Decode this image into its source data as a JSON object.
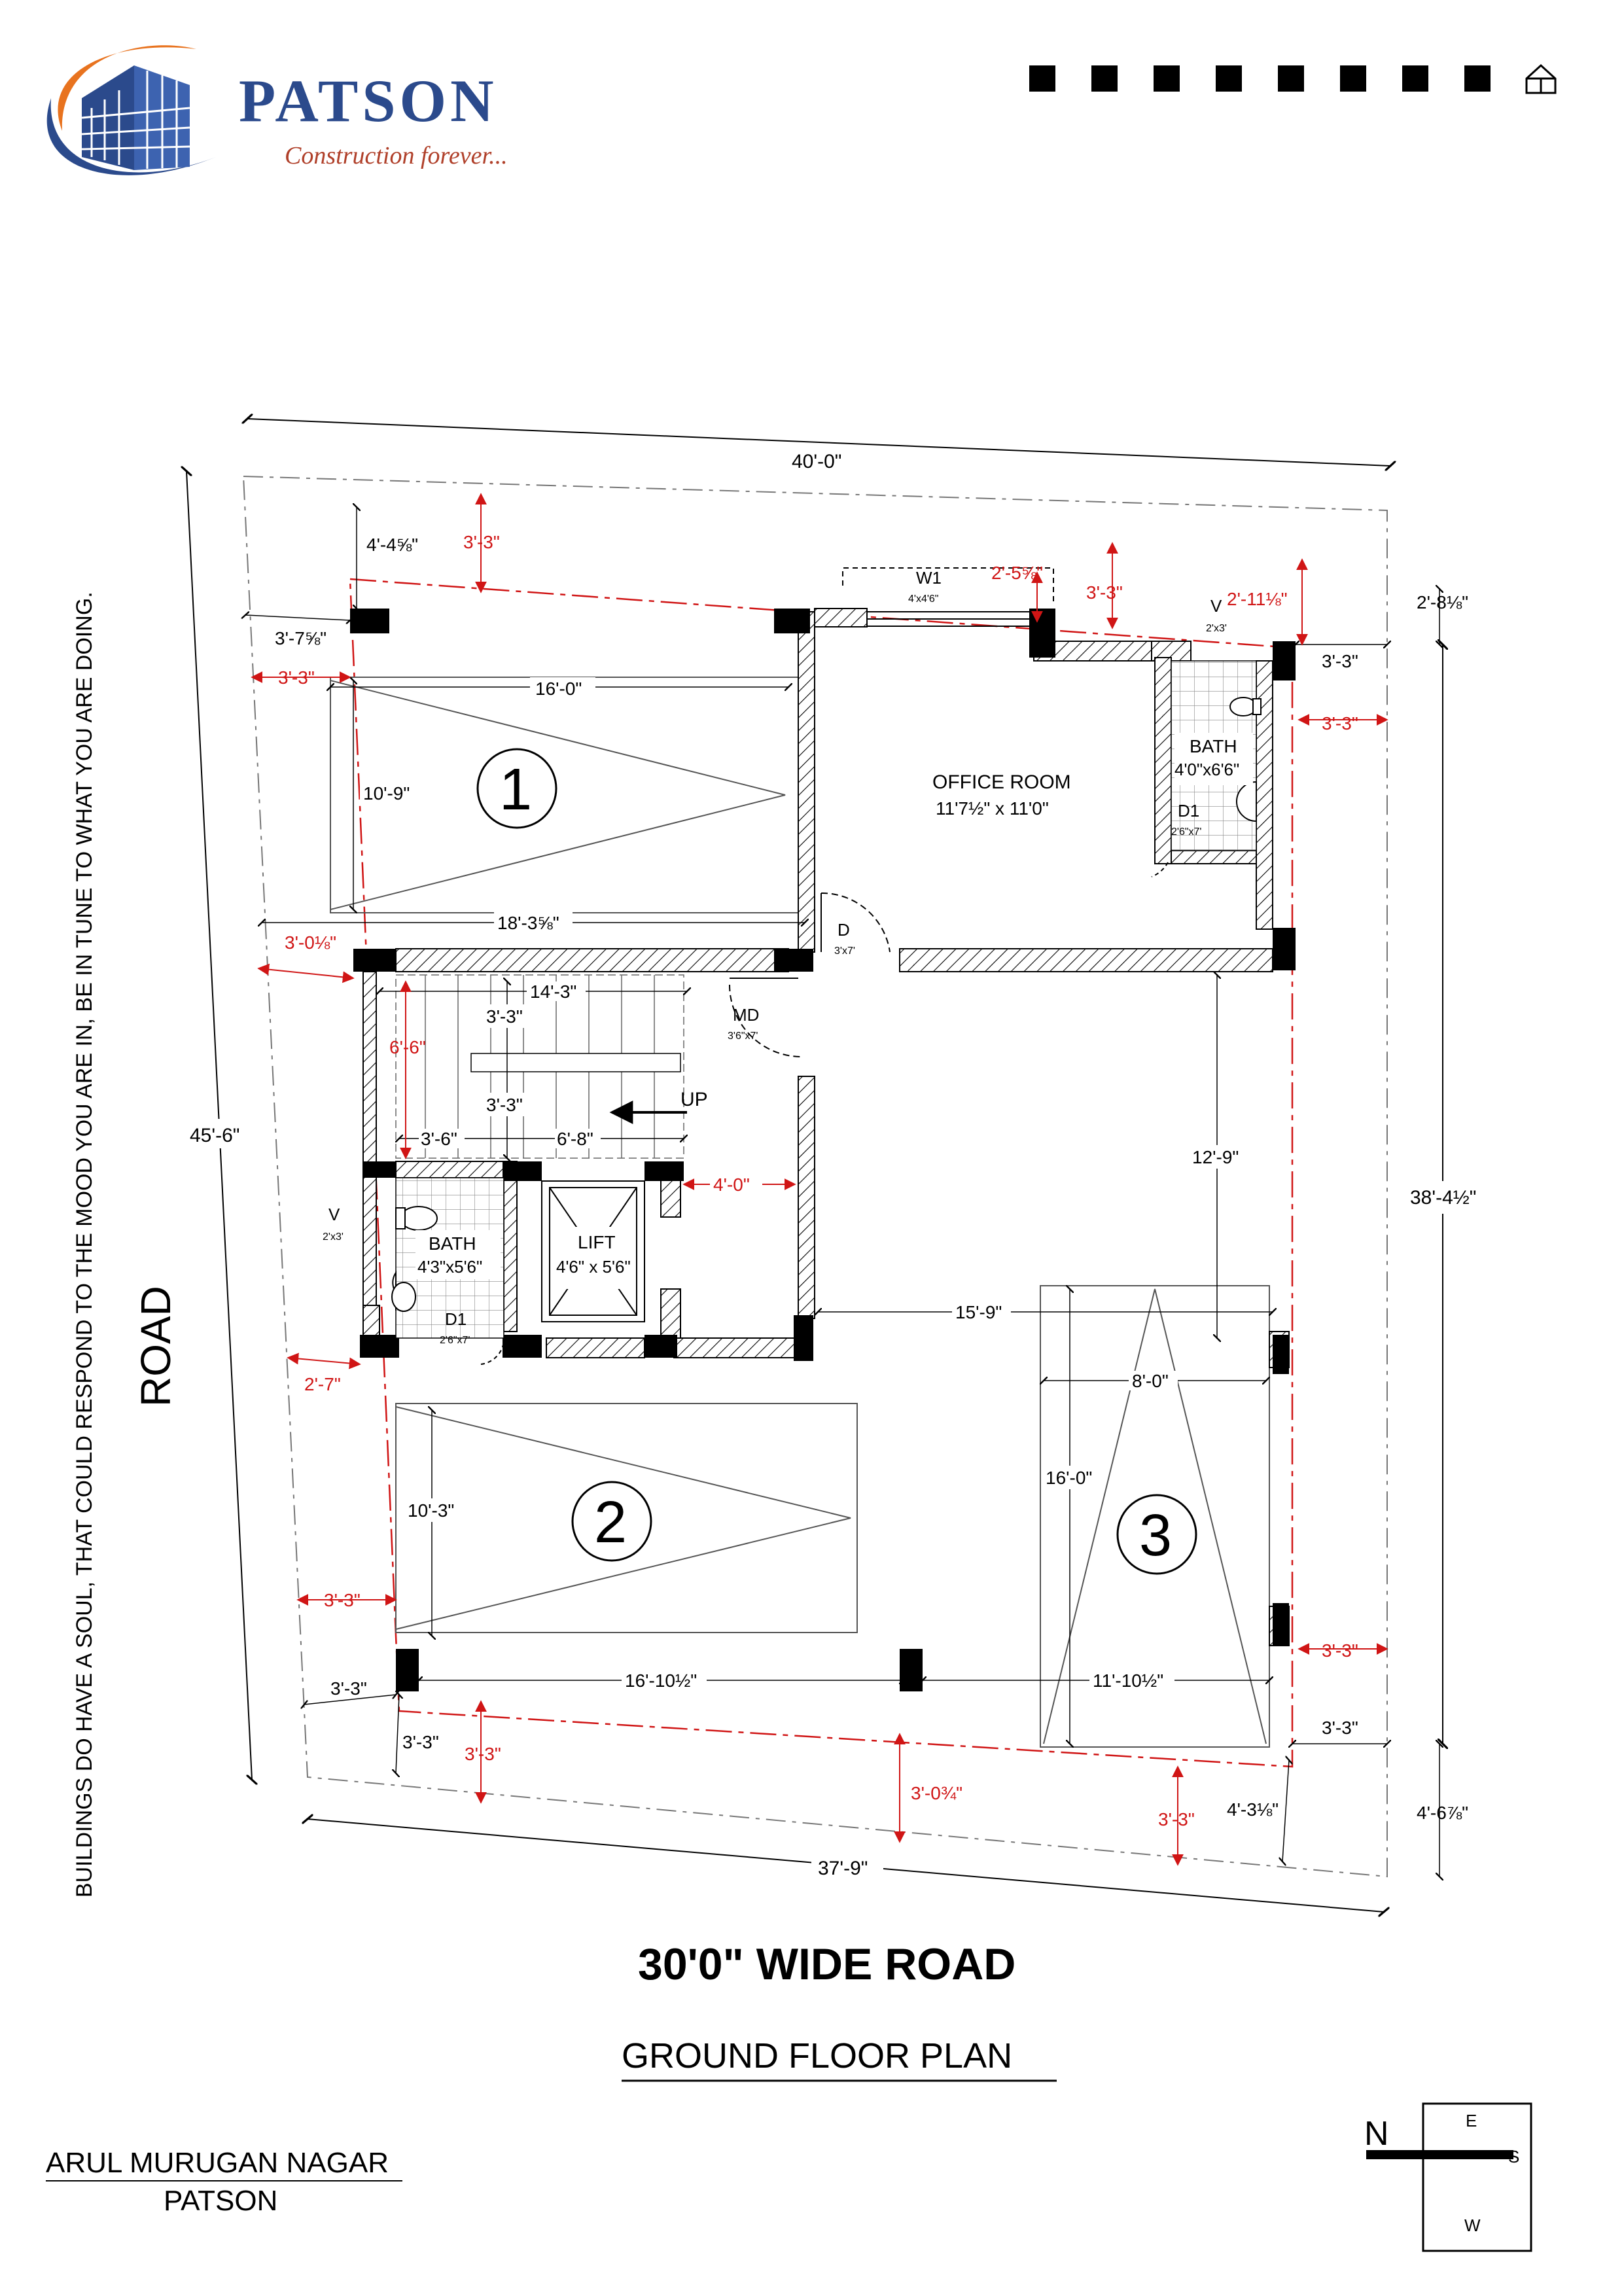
{
  "brand": {
    "name": "PATSON",
    "tagline": "Construction forever..."
  },
  "vertical_text": "BUILDINGS DO HAVE A SOUL, THAT COULD RESPOND TO THE MOOD YOU ARE IN, BE IN TUNE TO WHAT YOU ARE DOING.",
  "road_label": "ROAD",
  "road_title": "30'0\" WIDE ROAD",
  "plan_title": "GROUND FLOOR PLAN",
  "location": {
    "line1": "ARUL MURUGAN NAGAR",
    "line2": "PATSON"
  },
  "compass": {
    "n": "N",
    "e": "E",
    "s": "S",
    "w": "W"
  },
  "parking": {
    "p1": "1",
    "p2": "2",
    "p3": "3"
  },
  "rooms": {
    "office": {
      "name": "OFFICE ROOM",
      "size": "11'7½\" x 11'0\""
    },
    "bath1": {
      "name": "BATH",
      "size": "4'0\"x6'6\""
    },
    "bath2": {
      "name": "BATH",
      "size": "4'3\"x5'6\""
    },
    "lift": {
      "name": "LIFT",
      "size": "4'6\" x 5'6\""
    }
  },
  "openings": {
    "w1": "W1",
    "w1_size": "4'x4'6\"",
    "v1": "V",
    "v1_size": "2'x3'",
    "v2": "V",
    "v2_size": "2'x3'",
    "d": "D",
    "d_size": "3'x7'",
    "md": "MD",
    "md_size": "3'6\"x7'",
    "d1a": "D1",
    "d1a_size": "2'6\"x7'",
    "d1b": "D1",
    "d1b_size": "2'6\"x7'",
    "up": "UP"
  },
  "dims": {
    "top": "40'-0\"",
    "bottom": "37'-9\"",
    "left": "45'-6\"",
    "right": "38'-4½\"",
    "c_16_0a": "16'-0\"",
    "c_10_9": "10'-9\"",
    "c_18_3": "18'-3⅝\"",
    "c_3_7": "3'-7⅝\"",
    "c_4_4": "4'-4⅝\"",
    "c_14_3": "14'-3\"",
    "c_3_3a": "3'-3\"",
    "c_3_3b": "3'-3\"",
    "c_3_6": "3'-6\"",
    "c_6_8": "6'-8\"",
    "c_12_9": "12'-9\"",
    "c_15_9": "15'-9\"",
    "c_8_0": "8'-0\"",
    "c_16_0b": "16'-0\"",
    "c_10_3": "10'-3\"",
    "c_16_10": "16'-10½\"",
    "c_11_10": "11'-10½\"",
    "c_3_3c": "3'-3\"",
    "c_3_3d": "3'-3\"",
    "c_3_3e": "3'-3\"",
    "c_3_3f": "3'-3\"",
    "c_2_8": "2'-8⅛\"",
    "c_4_3": "4'-3⅛\"",
    "c_4_6": "4'-6⅞\""
  },
  "red_dims": {
    "r_3_3_top": "3'-3\"",
    "r_3_3_left1": "3'-3\"",
    "r_2_5": "2'-5⅝\"",
    "r_3_3_w": "3'-3\"",
    "r_2_11": "2'-11⅛\"",
    "r_3_3_right1": "3'-3\"",
    "r_3_0a": "3'-0⅛\"",
    "r_6_6": "6'-6\"",
    "r_4_0": "4'-0\"",
    "r_2_7": "2'-7\"",
    "r_3_3_left2": "3'-3\"",
    "r_3_3_right2": "3'-3\"",
    "r_3_3_bot1": "3'-3\"",
    "r_3_0b": "3'-0¾\"",
    "r_3_3_bot2": "3'-3\""
  },
  "colors": {
    "dim_red": "#d01515",
    "brand_blue": "#2b4a8c",
    "brand_orange": "#e8731f"
  },
  "icons": {
    "hatch_pattern": "diagonal-hatch",
    "header_squares": "square-blocks",
    "home_icon": "home-icon"
  }
}
